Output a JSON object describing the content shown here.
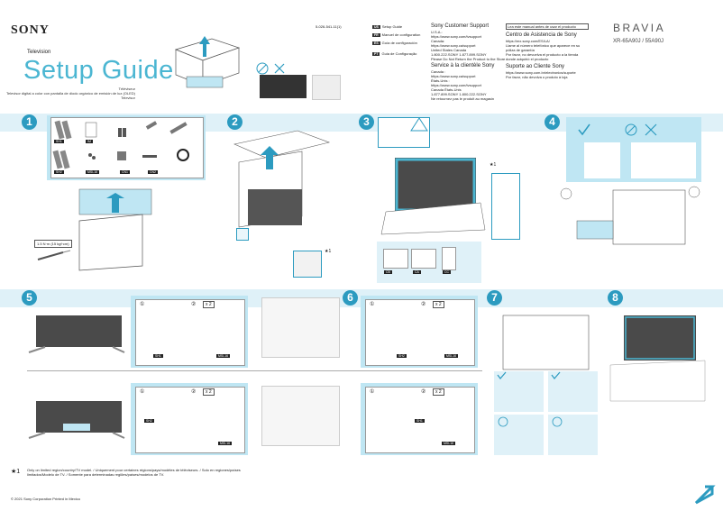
{
  "header": {
    "brand": "SONY",
    "product_category": "Television",
    "title": "Setup Guide",
    "subtitle_lines": [
      "Téléviseur",
      "Televisor digital a color con pantalla de diodo orgánico de emisión de luz (OLED)",
      "Televisor"
    ],
    "doc_code": "5-026-541-11(1)",
    "languages": [
      {
        "code": "US",
        "label": "Setup Guide"
      },
      {
        "code": "FR",
        "label": "Manuel de configuration"
      },
      {
        "code": "ES",
        "label": "Guía de configuración"
      },
      {
        "code": "PT",
        "label": "Guia de Configuração"
      }
    ],
    "right_brand": "BRAVIA",
    "model": "XR-65A90J / 55A90J"
  },
  "support": {
    "en_title": "Sony Customer Support",
    "en_lines": [
      "U.S.A.:",
      "https://www.sony.com/tvsupport",
      "Canada:",
      "https://www.sony.ca/support",
      "United States  Canada",
      "1.800.222.SONY   1.877.899.SONY",
      "Please Do Not Return the Product to the Store"
    ],
    "fr_title": "Service à la clientèle Sony",
    "fr_lines": [
      "Canada :",
      "https://www.sony.ca/support",
      "États-Unis :",
      "https://www.sony.com/tvsupport",
      "Canada      États-Unis",
      "1.877.899.SONY   1.800.222.SONY",
      "Ne retournez pas le produit au magasin"
    ],
    "es_notice": "Lea este manual antes de usar el producto",
    "es_title": "Centro de Asistencia de Sony",
    "es_lines": [
      "https://mx.sony.com/ES/LA/",
      "Llame al número telefónico que aparece en su póliza de garantía",
      "Por favor, no devuelva el producto a la tienda donde adquirió el producto"
    ],
    "pt_title": "Suporte ao Cliente Sony",
    "pt_lines": [
      "https://www.sony.com.br/electronics/suporte",
      "Por favor, não devolva o produto à loja"
    ]
  },
  "steps": {
    "s1": "1",
    "s2": "2",
    "s3": "3",
    "s4": "4",
    "s5": "5",
    "s6": "6",
    "s7": "7",
    "s8": "8"
  },
  "parts": [
    "SH1",
    "IM",
    "SH2",
    "MSL16",
    "CN1",
    "CN2"
  ],
  "screw_spec": [
    "1.5 N·m (15 kgf·cm)"
  ],
  "cardboard_tags": [
    "CB",
    "CA",
    "CC"
  ],
  "step5": {
    "sub1": "①",
    "sub2": "②",
    "times": "x 2",
    "tags": [
      "SH1",
      "MSL16"
    ]
  },
  "step6": {
    "sub1": "①",
    "sub2": "②",
    "times": "x 2",
    "tags": [
      "SH2",
      "MSL16"
    ]
  },
  "step5b": {
    "sub1": "①",
    "sub2": "②",
    "times": "x 2",
    "tags": [
      "SH2",
      "MSL16"
    ]
  },
  "step6b": {
    "sub1": "①",
    "sub2": "②",
    "times": "x 2",
    "tags": [
      "SH1",
      "MSL16"
    ]
  },
  "star_mark": "★1",
  "footnote": "Only on limited region/country/TV model. / Uniquement pour certaines régions/pays/modèles de téléviseurs. / Solo en regiones/países limitados/Modelo de TV. / Somente para determinadas regiões/países/modelos de TV.",
  "copyright": "© 2021 Sony Corporation   Printed in Mexico",
  "colors": {
    "accent": "#4bb6d2",
    "step_circle": "#2c9bc0",
    "panel": "#bfe6f3",
    "bar": "#dff1f8"
  }
}
